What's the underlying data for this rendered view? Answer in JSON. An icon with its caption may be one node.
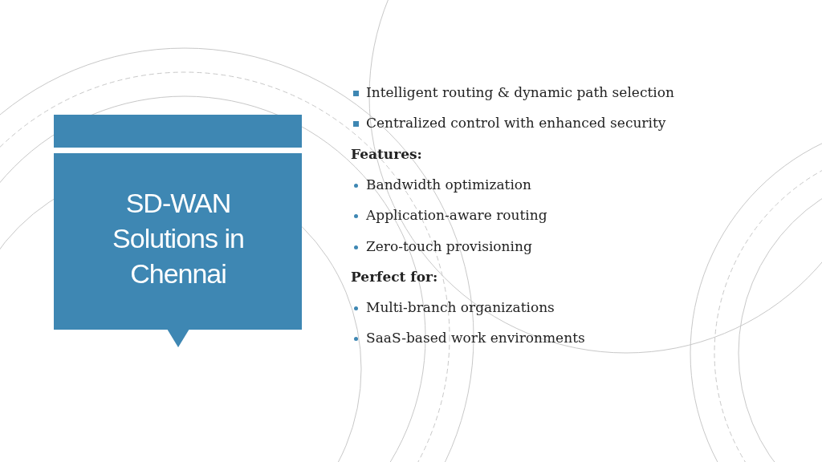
{
  "diagram": {
    "nodes": [
      {
        "text": [],
        "shape": "bar"
      },
      {
        "text": [
          "SD-WAN Solutions in Chennai"
        ]
      }
    ],
    "labels": [
      "Intelligent routing & dynamic path selection",
      "Centralized control with enhanced security",
      "Features:",
      "Bandwidth optimization",
      "Application-aware routing",
      "Zero-touch provisioning",
      "Perfect for:",
      "Multi-branch organizations",
      "SaaS-based work environments"
    ]
  }
}
